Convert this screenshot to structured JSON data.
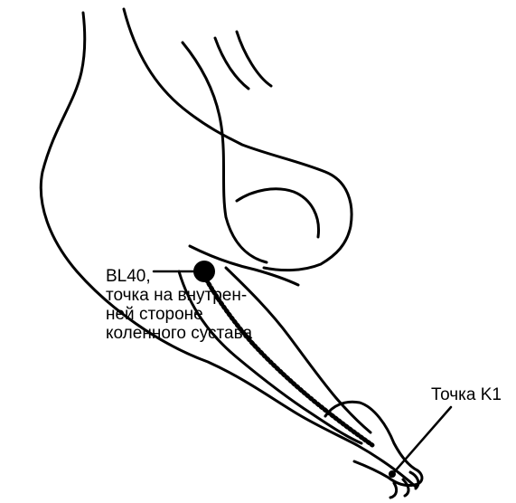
{
  "points": {
    "bl40": {
      "lines": [
        "BL40,",
        "точка на внутрен-",
        "ней стороне",
        "коленного сустава"
      ]
    },
    "k1": {
      "label": "Точка K1"
    }
  }
}
